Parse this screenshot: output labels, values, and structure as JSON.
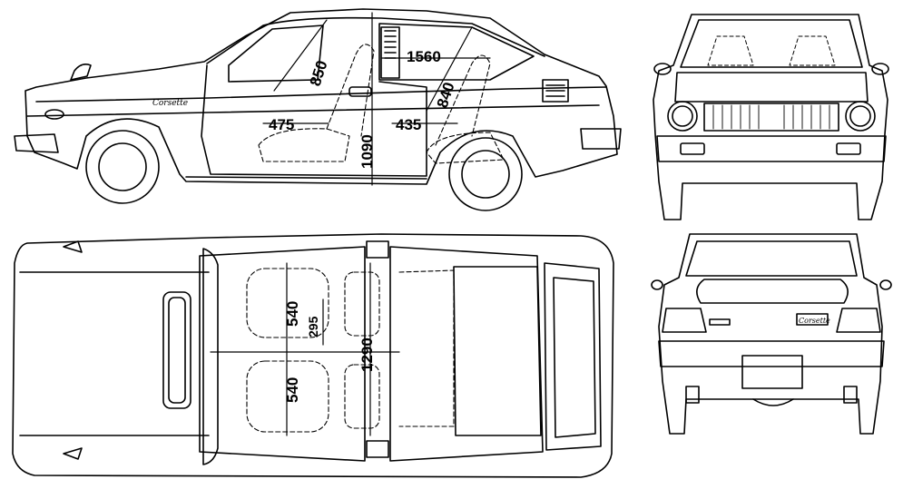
{
  "drawing": {
    "side_view": {
      "fender_script": "Corsette",
      "dims": {
        "roof_length": "1560",
        "front_headroom": "850",
        "rear_headroom": "840",
        "front_legroom": "475",
        "rear_legroom": "435",
        "height": "1090"
      }
    },
    "top_view": {
      "dims": {
        "front_seat_width": "540",
        "seat_gap": "295",
        "rear_seat_width": "540",
        "interior_width": "1290"
      }
    },
    "rear_view": {
      "badge": "Corsette"
    }
  }
}
